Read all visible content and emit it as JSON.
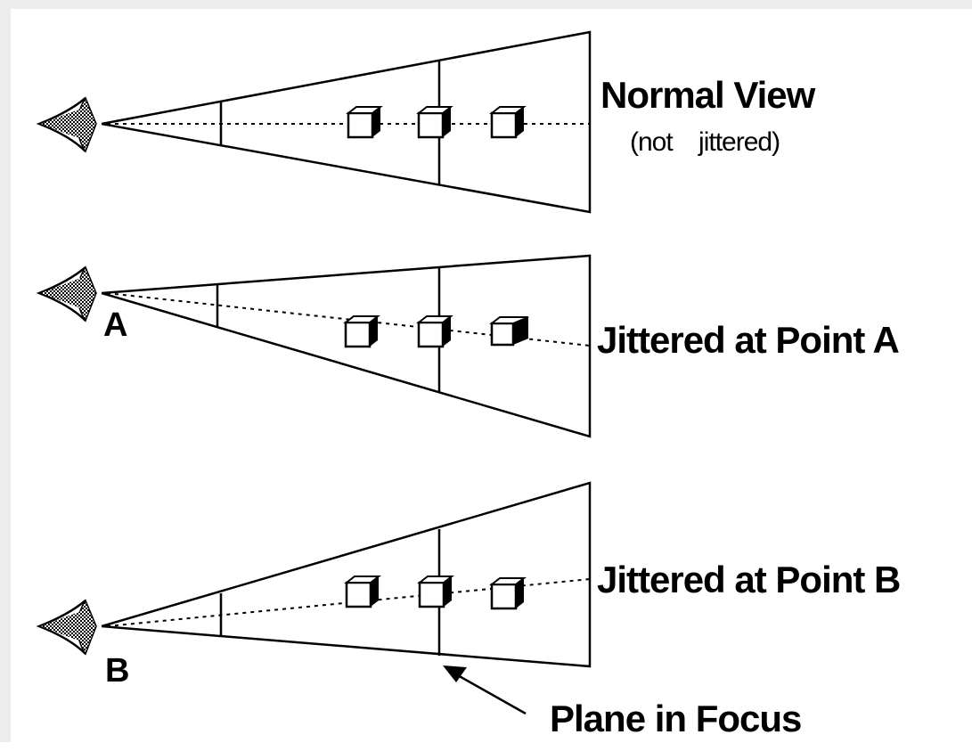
{
  "diagram": {
    "panels": [
      {
        "id": "normal",
        "label": "Normal View",
        "sublabel": "(not    jittered)",
        "point_label": ""
      },
      {
        "id": "jitter-a",
        "label": "Jittered at Point A",
        "sublabel": "",
        "point_label": "A"
      },
      {
        "id": "jitter-b",
        "label": "Jittered at Point B",
        "sublabel": "",
        "point_label": "B"
      }
    ],
    "focus_label": "Plane in Focus",
    "icons": [
      "eye-icon",
      "cube-icon",
      "arrow-icon"
    ]
  }
}
